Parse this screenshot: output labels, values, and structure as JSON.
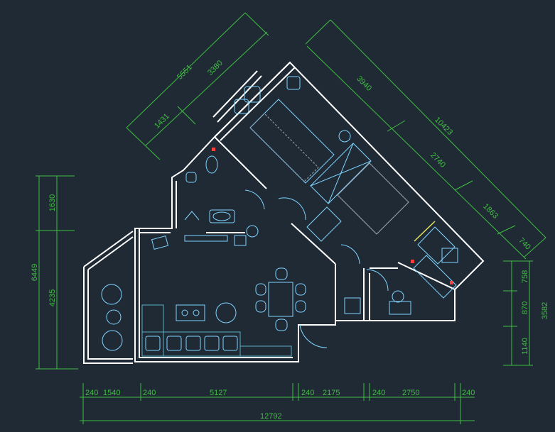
{
  "colors": {
    "background": "#1f2a35",
    "wall": "#ffffff",
    "dimension": "#3fbf3f",
    "furniture": "#7fd4ff",
    "furniture_alt": "#5ab0c8",
    "hatch": "#9aa7b3",
    "highlight": "#e6e65a",
    "marker": "#ff4040"
  },
  "dims": {
    "left_1630": "1630",
    "left_6449": "6449",
    "left_4235": "4235",
    "right_758": "758",
    "right_870": "870",
    "right_1140": "1140",
    "right_3582": "3582",
    "top_5551": "5551",
    "top_3380": "3380",
    "top_1431": "1431",
    "diag_3940": "3940",
    "diag_10423": "10423",
    "diag_2740": "2740",
    "diag_1863": "1863",
    "diag_740": "740",
    "bottom_240a": "240",
    "bottom_1540": "1540",
    "bottom_240b": "240",
    "bottom_5127": "5127",
    "bottom_240c": "240",
    "bottom_2175": "2175",
    "bottom_240d": "240",
    "bottom_2750": "2750",
    "bottom_240e": "240",
    "bottom_total": "12792"
  }
}
